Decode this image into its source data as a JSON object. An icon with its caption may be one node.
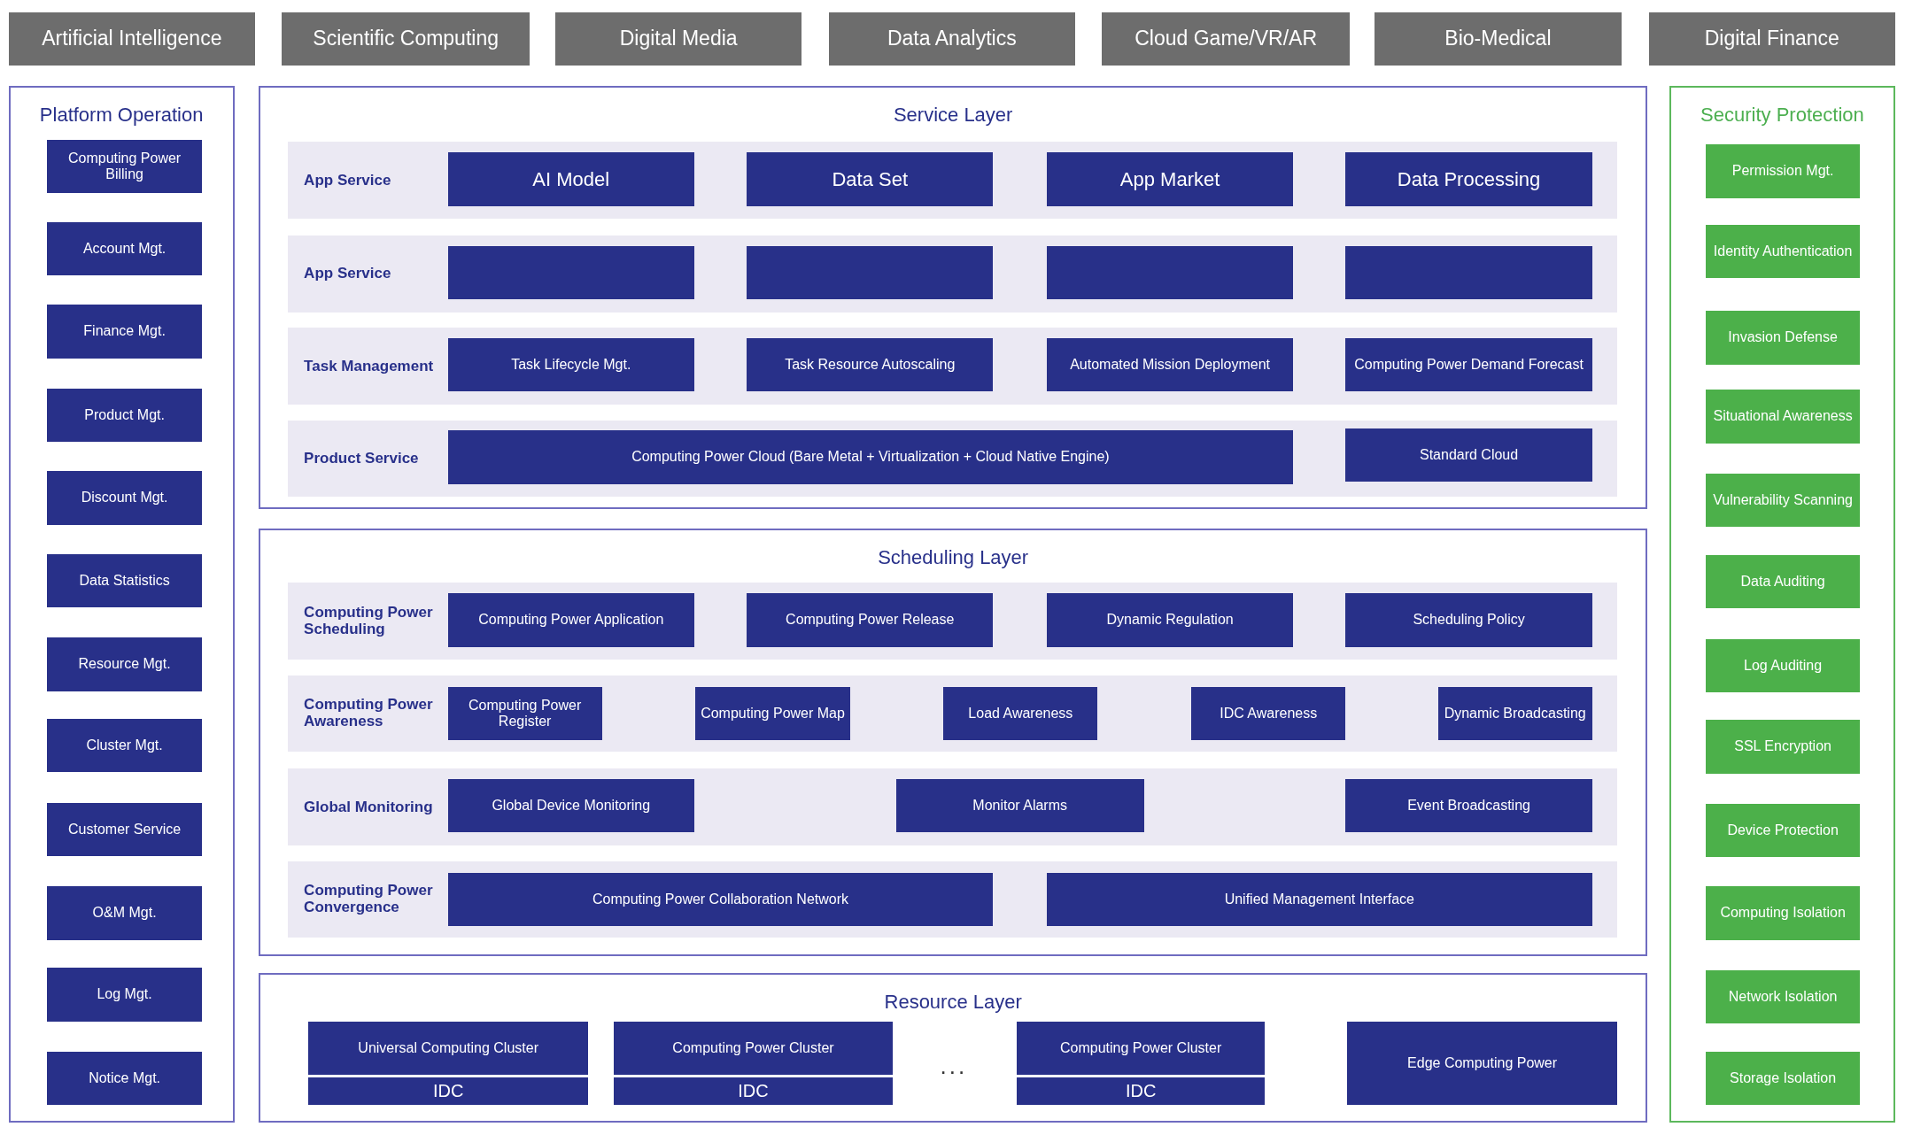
{
  "diagram": {
    "nodes": [
      {
        "text": [
          "Artificial Intelligence"
        ]
      },
      {
        "text": [
          "Scientific Computing"
        ]
      },
      {
        "text": [
          "Digital Media"
        ]
      },
      {
        "text": [
          "Data Analytics"
        ]
      },
      {
        "text": [
          "Cloud Game/VR/AR"
        ]
      },
      {
        "text": [
          "Bio-Medical"
        ]
      },
      {
        "text": [
          "Digital Finance"
        ]
      },
      {
        "text": [
          "Platform Operation"
        ]
      },
      {
        "text": [
          "Computing Power Billing"
        ],
        "in": 7
      },
      {
        "text": [
          "Account Mgt."
        ],
        "in": 7
      },
      {
        "text": [
          "Finance Mgt."
        ],
        "in": 7
      },
      {
        "text": [
          "Product Mgt."
        ],
        "in": 7
      },
      {
        "text": [
          "Discount Mgt."
        ],
        "in": 7
      },
      {
        "text": [
          "Data Statistics"
        ],
        "in": 7
      },
      {
        "text": [
          "Resource Mgt."
        ],
        "in": 7
      },
      {
        "text": [
          "Cluster Mgt."
        ],
        "in": 7
      },
      {
        "text": [
          "Customer Service"
        ],
        "in": 7
      },
      {
        "text": [
          "O&M Mgt."
        ],
        "in": 7
      },
      {
        "text": [
          "Log Mgt."
        ],
        "in": 7
      },
      {
        "text": [
          "Notice Mgt."
        ],
        "in": 7
      },
      {
        "text": [
          "Service Layer"
        ]
      },
      {
        "text": [
          "App Service"
        ],
        "in": 20
      },
      {
        "text": [
          "AI Model"
        ],
        "in": 21
      },
      {
        "text": [
          "Data Set"
        ],
        "in": 21
      },
      {
        "text": [
          "App Market"
        ],
        "in": 21
      },
      {
        "text": [
          "Data Processing"
        ],
        "in": 21
      },
      {
        "text": [
          "App Service"
        ],
        "in": 20
      },
      {
        "text": [],
        "shape": "box",
        "in": 26
      },
      {
        "text": [],
        "shape": "box",
        "in": 26
      },
      {
        "text": [],
        "shape": "box",
        "in": 26
      },
      {
        "text": [],
        "shape": "box",
        "in": 26
      },
      {
        "text": [
          "Task Management"
        ],
        "in": 20
      },
      {
        "text": [
          "Task Lifecycle Mgt."
        ],
        "in": 31
      },
      {
        "text": [
          "Task Resource Autoscaling"
        ],
        "in": 31
      },
      {
        "text": [
          "Automated Mission Deployment"
        ],
        "in": 31
      },
      {
        "text": [
          "Computing Power Demand Forecast"
        ],
        "in": 31
      },
      {
        "text": [
          "Product Service"
        ],
        "in": 20
      },
      {
        "text": [
          "Computing Power Cloud (Bare Metal + Virtualization + Cloud Native Engine)"
        ],
        "in": 36
      },
      {
        "text": [
          "Standard Cloud"
        ],
        "in": 36
      },
      {
        "text": [
          "Scheduling Layer"
        ]
      },
      {
        "text": [
          "Computing Power Scheduling"
        ],
        "in": 39
      },
      {
        "text": [
          "Computing Power Application"
        ],
        "in": 40
      },
      {
        "text": [
          "Computing Power Release"
        ],
        "in": 40
      },
      {
        "text": [
          "Dynamic Regulation"
        ],
        "in": 40
      },
      {
        "text": [
          "Scheduling Policy"
        ],
        "in": 40
      },
      {
        "text": [
          "Computing Power Awareness"
        ],
        "in": 39
      },
      {
        "text": [
          "Computing Power Register"
        ],
        "in": 45
      },
      {
        "text": [
          "Computing Power Map"
        ],
        "in": 45
      },
      {
        "text": [
          "Load Awareness"
        ],
        "in": 45
      },
      {
        "text": [
          "IDC Awareness"
        ],
        "in": 45
      },
      {
        "text": [
          "Dynamic Broadcasting"
        ],
        "in": 45
      },
      {
        "text": [
          "Global Monitoring"
        ],
        "in": 39
      },
      {
        "text": [
          "Global Device Monitoring"
        ],
        "in": 51
      },
      {
        "text": [
          "Monitor Alarms"
        ],
        "in": 51
      },
      {
        "text": [
          "Event Broadcasting"
        ],
        "in": 51
      },
      {
        "text": [
          "Computing Power Convergence"
        ],
        "in": 39
      },
      {
        "text": [
          "Computing Power Collaboration Network"
        ],
        "in": 55
      },
      {
        "text": [
          "Unified Management Interface"
        ],
        "in": 55
      },
      {
        "text": [
          "Resource Layer"
        ]
      },
      {
        "text": [
          "Universal Computing Cluster"
        ],
        "in": 58
      },
      {
        "text": [
          "IDC"
        ],
        "in": 58
      },
      {
        "text": [
          "Computing Power Cluster"
        ],
        "in": 58
      },
      {
        "text": [
          "IDC"
        ],
        "in": 58
      },
      {
        "text": [
          "Computing Power Cluster"
        ],
        "in": 58
      },
      {
        "text": [
          "IDC"
        ],
        "in": 58
      },
      {
        "text": [
          "Edge Computing Power"
        ],
        "in": 58
      },
      {
        "text": [
          "Security Protection"
        ]
      },
      {
        "text": [
          "Permission Mgt."
        ],
        "in": 66
      },
      {
        "text": [
          "Identity Authentication"
        ],
        "in": 66
      },
      {
        "text": [
          "Invasion Defense"
        ],
        "in": 66
      },
      {
        "text": [
          "Situational Awareness"
        ],
        "in": 66
      },
      {
        "text": [
          "Vulnerability Scanning"
        ],
        "in": 66
      },
      {
        "text": [
          "Data Auditing"
        ],
        "in": 66
      },
      {
        "text": [
          "Log Auditing"
        ],
        "in": 66
      },
      {
        "text": [
          "SSL Encryption"
        ],
        "in": 66
      },
      {
        "text": [
          "Device Protection"
        ],
        "in": 66
      },
      {
        "text": [
          "Computing Isolation"
        ],
        "in": 66
      },
      {
        "text": [
          "Network Isolation"
        ],
        "in": 66
      },
      {
        "text": [
          "Storage Isolation"
        ],
        "in": 66
      }
    ],
    "labels": [
      "..."
    ]
  }
}
